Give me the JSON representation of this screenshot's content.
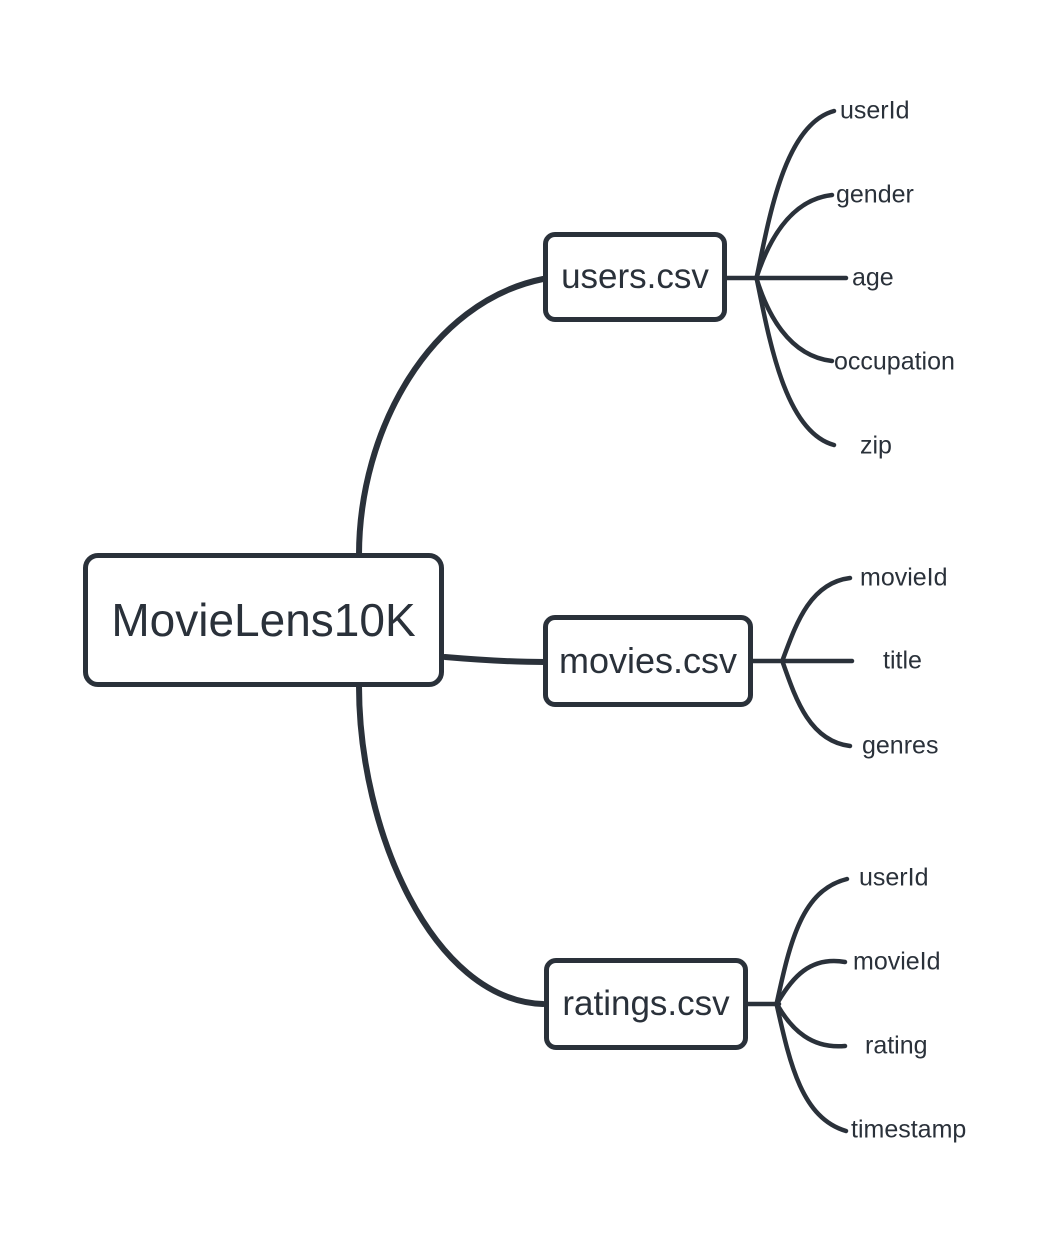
{
  "mindmap": {
    "root": {
      "label": "MovieLens10K"
    },
    "branches": [
      {
        "label": "users.csv",
        "children": [
          "userId",
          "gender",
          "age",
          "occupation",
          "zip"
        ]
      },
      {
        "label": "movies.csv",
        "children": [
          "movieId",
          "title",
          "genres"
        ]
      },
      {
        "label": "ratings.csv",
        "children": [
          "userId",
          "movieId",
          "rating",
          "timestamp"
        ]
      }
    ],
    "colors": {
      "stroke": "#2a313a",
      "background": "#ffffff"
    }
  }
}
